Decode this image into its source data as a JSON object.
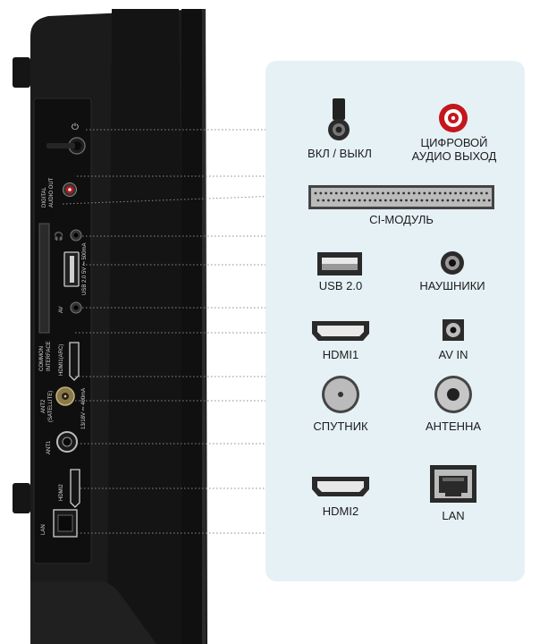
{
  "legend": {
    "power": "ВКЛ / ВЫКЛ",
    "digital_audio": [
      "ЦИФРОВОЙ",
      "АУДИО ВЫХОД"
    ],
    "ci_module": "CI-МОДУЛЬ",
    "usb": "USB 2.0",
    "headphones": "НАУШНИКИ",
    "hdmi1": "HDMI1",
    "av_in": "AV IN",
    "satellite": "СПУТНИК",
    "antenna": "АНТЕННА",
    "hdmi2": "HDMI2",
    "lan": "LAN"
  },
  "tv_labels": {
    "digital_audio_out": [
      "DIGITAL",
      "AUDIO OUT"
    ],
    "usb": "USB 2.0  5V ⎓ 500mA",
    "av": "AV",
    "common_interface": [
      "COMMON",
      "INTERFACE"
    ],
    "hdmi1_arc": "HDMI1(ARC)",
    "ant2": [
      "ANT2",
      "(SATELLITE)"
    ],
    "ant2_power": "13/18V ⎓ 400mA",
    "ant1": "ANT1",
    "hdmi2": "HDMI2",
    "lan": "LAN"
  },
  "colors": {
    "tv_body": "#1a1a1a",
    "port_panel": "#0d0d0d",
    "legend_bg": "#e6f1f6",
    "optical_red": "#c4161c",
    "icon_dark": "#222222"
  }
}
